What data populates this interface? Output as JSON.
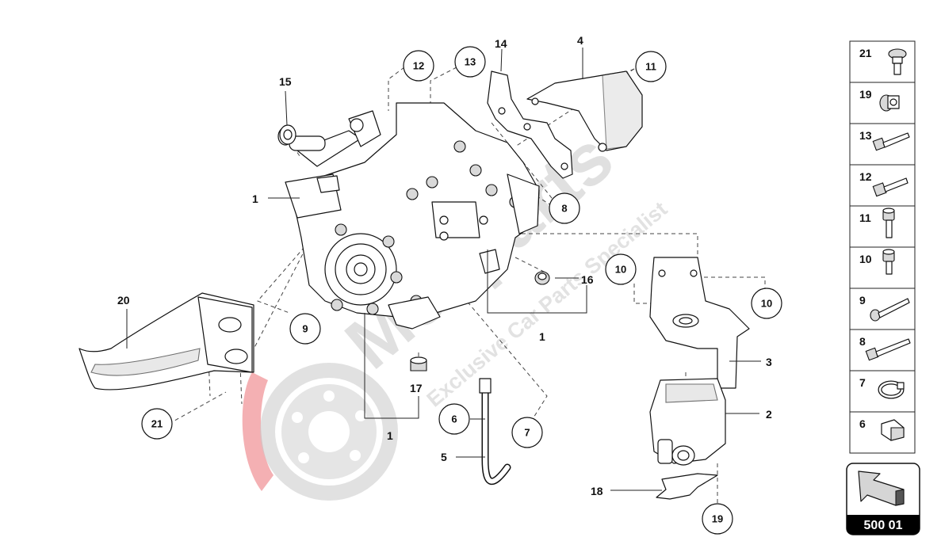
{
  "watermark": {
    "brand": "Mecparts",
    "tagline": "Exclusive Car Parts Specialist",
    "brand_color": "#f2a2a6"
  },
  "callouts": [
    {
      "id": "c1a",
      "label": "1"
    },
    {
      "id": "c1b",
      "label": "1"
    },
    {
      "id": "c1c",
      "label": "1"
    },
    {
      "id": "c2",
      "label": "2"
    },
    {
      "id": "c3",
      "label": "3"
    },
    {
      "id": "c4",
      "label": "4"
    },
    {
      "id": "c5",
      "label": "5"
    },
    {
      "id": "c6",
      "label": "6"
    },
    {
      "id": "c7",
      "label": "7"
    },
    {
      "id": "c8",
      "label": "8"
    },
    {
      "id": "c9",
      "label": "9"
    },
    {
      "id": "c10a",
      "label": "10"
    },
    {
      "id": "c10b",
      "label": "10"
    },
    {
      "id": "c11",
      "label": "11"
    },
    {
      "id": "c12",
      "label": "12"
    },
    {
      "id": "c13",
      "label": "13"
    },
    {
      "id": "c14",
      "label": "14"
    },
    {
      "id": "c15",
      "label": "15"
    },
    {
      "id": "c16",
      "label": "16"
    },
    {
      "id": "c17",
      "label": "17"
    },
    {
      "id": "c18",
      "label": "18"
    },
    {
      "id": "c19a",
      "label": "19"
    },
    {
      "id": "c20",
      "label": "20"
    },
    {
      "id": "c21",
      "label": "21"
    }
  ],
  "sidebar": {
    "items": [
      {
        "number": "21",
        "icon": "bolt-collar-icon"
      },
      {
        "number": "19",
        "icon": "flange-nut-icon"
      },
      {
        "number": "13",
        "icon": "hex-bolt-long-icon"
      },
      {
        "number": "12",
        "icon": "hex-bolt-icon"
      },
      {
        "number": "11",
        "icon": "socket-bolt-icon"
      },
      {
        "number": "10",
        "icon": "socket-bolt-short-icon"
      },
      {
        "number": "9",
        "icon": "long-socket-bolt-icon"
      },
      {
        "number": "8",
        "icon": "long-hex-bolt-icon"
      },
      {
        "number": "7",
        "icon": "hose-clamp-icon"
      },
      {
        "number": "6",
        "icon": "clip-icon"
      }
    ]
  },
  "page_badge": {
    "code": "500 01",
    "icon": "arrow-back-icon"
  }
}
